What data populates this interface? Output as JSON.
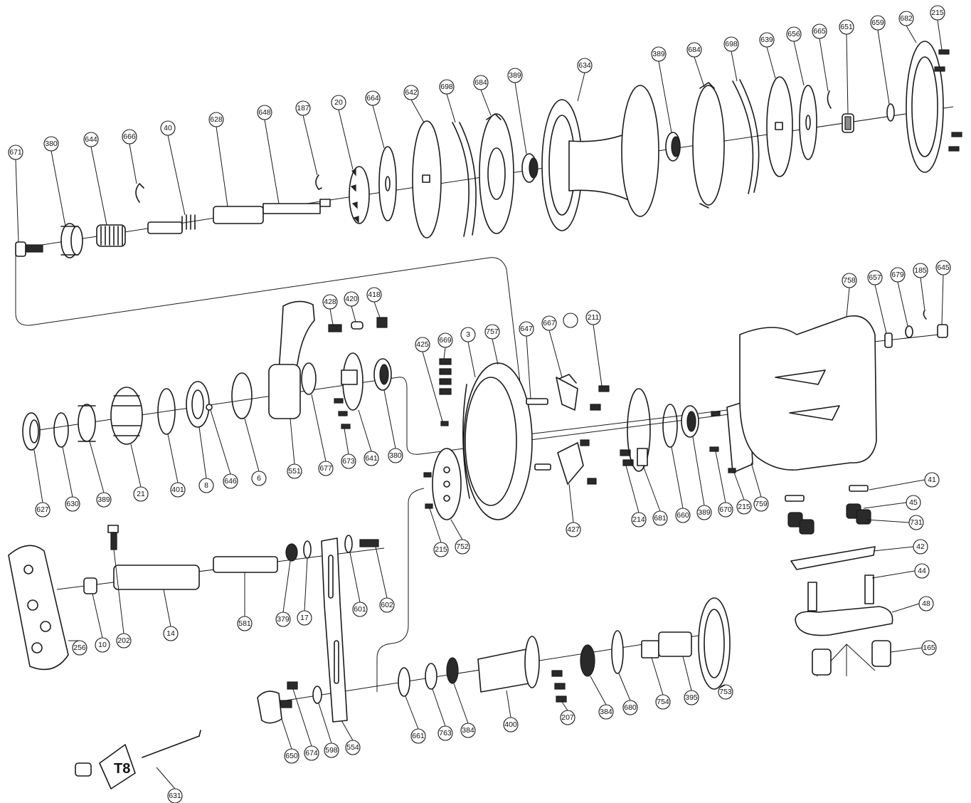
{
  "diagram": {
    "kind": "exploded-parts-view",
    "line_color": "#1a1a1a",
    "fill_dark": "#2a2a2a",
    "fill_mid": "#8c8c8c",
    "tool_marking": "T8",
    "blank_callout": ""
  },
  "callouts": {
    "c671": "671",
    "c380a": "380",
    "c644": "644",
    "c666": "666",
    "c40": "40",
    "c628": "628",
    "c648": "648",
    "c187": "187",
    "c20": "20",
    "c664": "664",
    "c642": "642",
    "c698a": "698",
    "c684a": "684",
    "c389a": "389",
    "c634": "634",
    "c389b": "389",
    "c684b": "684",
    "c698b": "698",
    "c639": "639",
    "c656": "656",
    "c665": "665",
    "c651": "651",
    "c659": "659",
    "c682": "682",
    "c215a": "215",
    "c428": "428",
    "c420": "420",
    "c418": "418",
    "c425": "425",
    "c669": "669",
    "c3": "3",
    "c757": "757",
    "c647": "647",
    "c667": "667",
    "c211": "211",
    "c758": "758",
    "c657": "657",
    "c679": "679",
    "c185": "185",
    "c645": "645",
    "c627": "627",
    "c630": "630",
    "c389c": "389",
    "c21": "21",
    "c401": "401",
    "c8": "8",
    "c646": "646",
    "c6": "6",
    "c551": "551",
    "c677": "677",
    "c673": "673",
    "c641": "641",
    "c380b": "380",
    "c215b": "215",
    "c752": "752",
    "c427": "427",
    "c214": "214",
    "c681": "681",
    "c660": "660",
    "c389d": "389",
    "c670": "670",
    "c215c": "215",
    "c759": "759",
    "c41": "41",
    "c45": "45",
    "c731": "731",
    "c42": "42",
    "c44": "44",
    "c48": "48",
    "c165": "165",
    "c256": "256",
    "c10": "10",
    "c202": "202",
    "c14": "14",
    "c581": "581",
    "c379": "379",
    "c17": "17",
    "c601": "601",
    "c602": "602",
    "c650": "650",
    "c674": "674",
    "c598": "598",
    "c554": "554",
    "c661": "661",
    "c763": "763",
    "c384a": "384",
    "c400": "400",
    "c207": "207",
    "c384b": "384",
    "c680": "680",
    "c754": "754",
    "c395": "395",
    "c753": "753",
    "c631": "631"
  }
}
